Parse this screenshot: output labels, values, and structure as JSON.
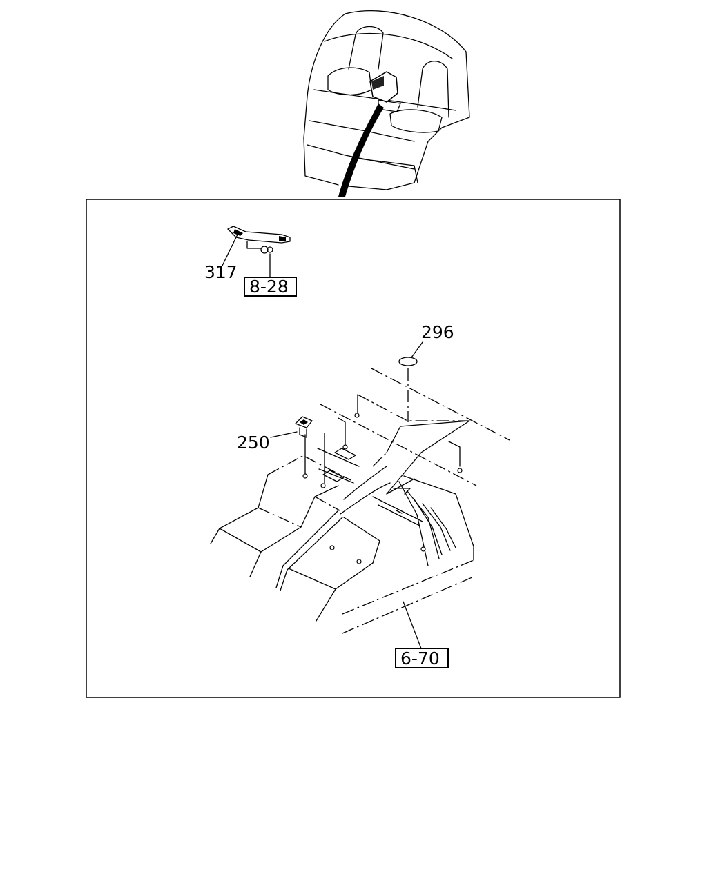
{
  "diagram": {
    "callouts": {
      "part_317": "317",
      "ref_8_28": "8-28",
      "part_296": "296",
      "part_250": "250",
      "ref_6_70": "6-70"
    }
  }
}
